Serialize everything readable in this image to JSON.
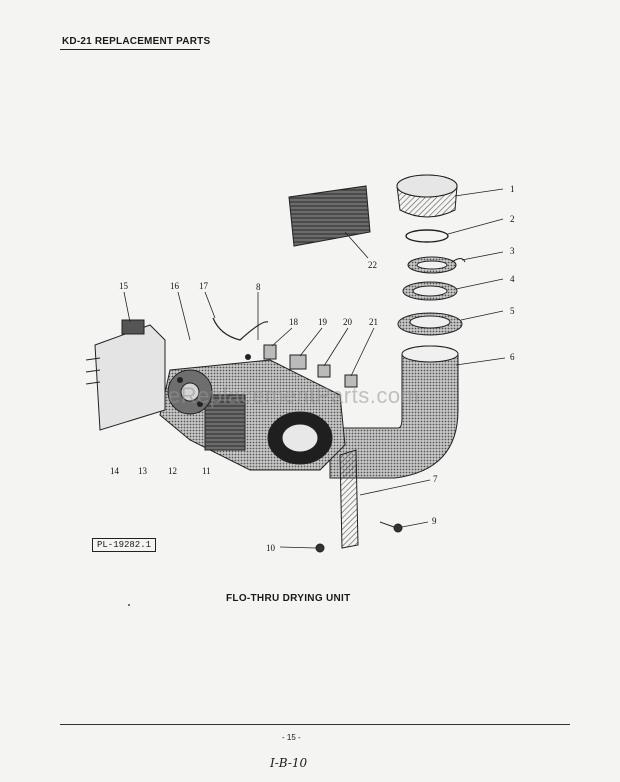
{
  "header": {
    "title": "KD-21 REPLACEMENT PARTS"
  },
  "diagram": {
    "title": "FLO-THRU DRYING UNIT",
    "plate_id": "PL-19282.1",
    "callouts": [
      "1",
      "2",
      "3",
      "4",
      "5",
      "6",
      "7",
      "8",
      "9",
      "10",
      "11",
      "12",
      "13",
      "14",
      "15",
      "16",
      "17",
      "18",
      "19",
      "20",
      "21",
      "22"
    ],
    "watermark": "eReplacementParts.com"
  },
  "footer": {
    "page_number": "- 15 -",
    "handwritten_ref": "I-B-10"
  }
}
